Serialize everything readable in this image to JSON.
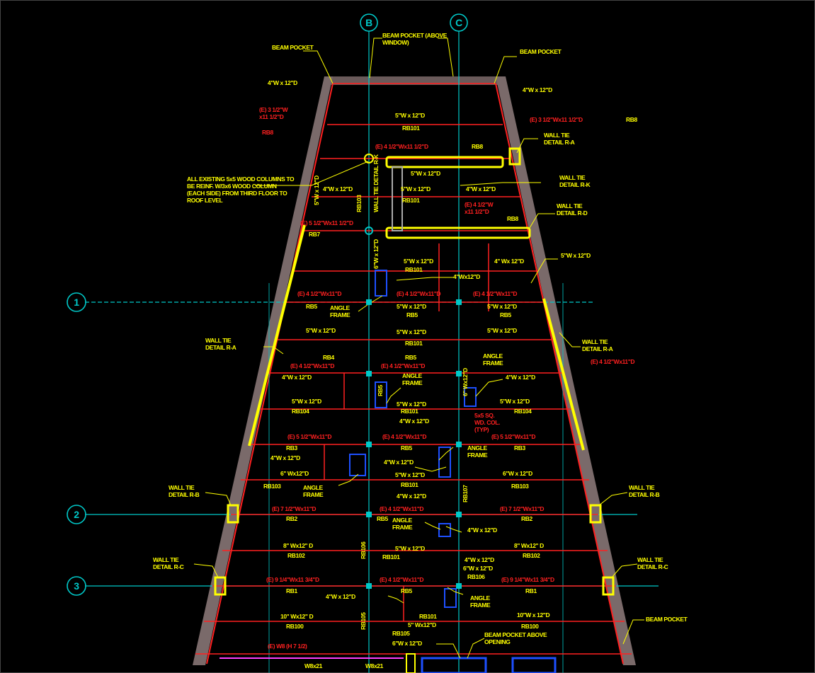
{
  "colors": {
    "background": "#000000",
    "grid": "#00c8c8",
    "beam": "#ff2020",
    "label": "#ffff00",
    "wall": "#9a8a8a",
    "window": "#1e50ff",
    "magenta": "#ff40ff"
  },
  "gridlines": {
    "columns": [
      {
        "id": "col-b",
        "label": "B"
      },
      {
        "id": "col-c",
        "label": "C"
      }
    ],
    "rows": [
      {
        "id": "row-1",
        "label": "1"
      },
      {
        "id": "row-2",
        "label": "2"
      },
      {
        "id": "row-3",
        "label": "3"
      }
    ]
  },
  "labels": [
    {
      "id": "lbl-beam-pocket-left",
      "text": "BEAM POCKET",
      "color": "label"
    },
    {
      "id": "lbl-beam-pocket-right",
      "text": "BEAM POCKET",
      "color": "label"
    },
    {
      "id": "lbl-beam-pocket-window",
      "text": "BEAM POCKET (ABOVE WINDOW)",
      "color": "label"
    },
    {
      "id": "lbl-4x12-top-left",
      "text": "4\"W x 12\"D",
      "color": "label"
    },
    {
      "id": "lbl-4x12-top-right",
      "text": "4\"W x 12\"D",
      "color": "label"
    },
    {
      "id": "lbl-e3-left",
      "text": "(E) 3 1/2\"W x11 1/2\"D",
      "color": "beam"
    },
    {
      "id": "lbl-rb8-left",
      "text": "RB8",
      "color": "beam"
    },
    {
      "id": "lbl-e3-right",
      "text": "(E) 3 1/2\"Wx11 1/2\"D",
      "color": "beam"
    },
    {
      "id": "lbl-rb8-right",
      "text": "RB8",
      "color": "label"
    },
    {
      "id": "lbl-5x12-rb101-top",
      "text": "5\"W x 12\"D",
      "color": "label"
    },
    {
      "id": "lbl-rb101-top",
      "text": "RB101",
      "color": "label"
    },
    {
      "id": "lbl-wall-tie-ra-top",
      "text": "WALL TIE DETAIL R-A",
      "color": "label"
    },
    {
      "id": "lbl-e4-top",
      "text": "(E) 4 1/2\"Wx11 1/2\"D",
      "color": "beam"
    },
    {
      "id": "lbl-rb8-mid",
      "text": "RB8",
      "color": "label"
    },
    {
      "id": "lbl-existing-cols",
      "text": "ALL EXISTING 5x5 WOOD COLUMNS TO BE REINF. W/3x6 WOOD COLUMN (EACH SIDE) FROM THIRD FLOOR TO ROOF LEVEL",
      "color": "label"
    },
    {
      "id": "lbl-5x12-a",
      "text": "5\"W x 12\"D",
      "color": "label"
    },
    {
      "id": "lbl-wall-tie-rk",
      "text": "WALL TIE DETAIL R-K",
      "color": "label"
    },
    {
      "id": "lbl-4x12-l1",
      "text": "4\"W x 12\"D",
      "color": "label"
    },
    {
      "id": "lbl-5x12-b",
      "text": "5\"W x 12\"D",
      "color": "label"
    },
    {
      "id": "lbl-4x12-r1",
      "text": "4\"W x 12\"D",
      "color": "label"
    },
    {
      "id": "lbl-rb101-b",
      "text": "RB101",
      "color": "label"
    },
    {
      "id": "lbl-e4-mid",
      "text": "(E) 4 1/2\"W x11 1/2\"D",
      "color": "beam"
    },
    {
      "id": "lbl-rb8-c",
      "text": "RB8",
      "color": "label"
    },
    {
      "id": "lbl-wall-tie-rd",
      "text": "WALL TIE DETAIL R-D",
      "color": "label"
    },
    {
      "id": "lbl-e5-left",
      "text": "(E) 5 1/2\"Wx11 1/2\"D",
      "color": "beam"
    },
    {
      "id": "lbl-rb7",
      "text": "RB7",
      "color": "label"
    },
    {
      "id": "lbl-5x12-right-top",
      "text": "5\"W x 12\"D",
      "color": "label"
    },
    {
      "id": "lbl-5x12-c",
      "text": "5\"W x 12\"D",
      "color": "label"
    },
    {
      "id": "lbl-4x12-rb-right",
      "text": "4\" Wx 12\"D",
      "color": "label"
    },
    {
      "id": "lbl-rb101-c",
      "text": "RB101",
      "color": "label"
    },
    {
      "id": "lbl-4wx12d-center",
      "text": "4\"Wx12\"D",
      "color": "label"
    },
    {
      "id": "lbl-e4-row1-left",
      "text": "(E) 4 1/2\"Wx11\"D",
      "color": "beam"
    },
    {
      "id": "lbl-e4-row1-mid",
      "text": "(E) 4 1/2\"Wx11\"D",
      "color": "beam"
    },
    {
      "id": "lbl-e4-row1-right",
      "text": "(E) 4 1/2\"Wx11\"D",
      "color": "beam"
    },
    {
      "id": "lbl-rb5-left",
      "text": "RB5",
      "color": "label"
    },
    {
      "id": "lbl-angle-frame-1",
      "text": "ANGLE FRAME",
      "color": "label"
    },
    {
      "id": "lbl-5x12-d",
      "text": "5\"W x 12\"D",
      "color": "label"
    },
    {
      "id": "lbl-rb5-mid",
      "text": "RB5",
      "color": "label"
    },
    {
      "id": "lbl-5x12-e",
      "text": "5\"W x 12\"D",
      "color": "label"
    },
    {
      "id": "lbl-rb5-right",
      "text": "RB5",
      "color": "label"
    },
    {
      "id": "lbl-wall-tie-ra-left",
      "text": "WALL TIE DETAIL R-A",
      "color": "label"
    },
    {
      "id": "lbl-5x12-f",
      "text": "5\"W x 12\"D",
      "color": "label"
    },
    {
      "id": "lbl-5x12-g",
      "text": "5\"W x 12\"D",
      "color": "label"
    },
    {
      "id": "lbl-5x12-h",
      "text": "5\"W x 12\"D",
      "color": "label"
    },
    {
      "id": "lbl-rb101-d",
      "text": "RB101",
      "color": "label"
    },
    {
      "id": "lbl-wall-tie-ra-right",
      "text": "WALL TIE DETAIL R-A",
      "color": "label"
    },
    {
      "id": "lbl-rb4",
      "text": "RB4",
      "color": "label"
    },
    {
      "id": "lbl-rb5-e",
      "text": "RB5",
      "color": "label"
    },
    {
      "id": "lbl-angle-frame-2",
      "text": "ANGLE FRAME",
      "color": "label"
    },
    {
      "id": "lbl-e4-b1",
      "text": "(E) 4 1/2\"Wx11\"D",
      "color": "beam"
    },
    {
      "id": "lbl-e4-b2",
      "text": "(E) 4 1/2\"Wx11\"D",
      "color": "beam"
    },
    {
      "id": "lbl-e4-b3",
      "text": "(E) 4 1/2\"Wx11\"D",
      "color": "beam"
    },
    {
      "id": "lbl-4x12-i",
      "text": "4\"W x 12\"D",
      "color": "label"
    },
    {
      "id": "lbl-angle-frame-3",
      "text": "ANGLE FRAME",
      "color": "label"
    },
    {
      "id": "lbl-4x12-j",
      "text": "4\"W x 12\"D",
      "color": "label"
    },
    {
      "id": "lbl-5x12-k",
      "text": "5\"W x 12\"D",
      "color": "label"
    },
    {
      "id": "lbl-rb104-left",
      "text": "RB104",
      "color": "label"
    },
    {
      "id": "lbl-5x12-l",
      "text": "5\"W x 12\"D",
      "color": "label"
    },
    {
      "id": "lbl-rb101-e",
      "text": "RB101",
      "color": "label"
    },
    {
      "id": "lbl-4x12-m",
      "text": "4\"W x 12\"D",
      "color": "label"
    },
    {
      "id": "lbl-5x12-n",
      "text": "5\"W x 12\"D",
      "color": "label"
    },
    {
      "id": "lbl-rb104-right",
      "text": "RB104",
      "color": "label"
    },
    {
      "id": "lbl-5x5-col",
      "text": "5x5 SQ. WD. COL. (TYP)",
      "color": "beam"
    },
    {
      "id": "lbl-e5-row",
      "text": "(E) 5 1/2\"Wx11\"D",
      "color": "beam"
    },
    {
      "id": "lbl-e4-row",
      "text": "(E) 4 1/2\"Wx11\"D",
      "color": "beam"
    },
    {
      "id": "lbl-e5-row-r",
      "text": "(E) 5 1/2\"Wx11\"D",
      "color": "beam"
    },
    {
      "id": "lbl-rb3-left",
      "text": "RB3",
      "color": "label"
    },
    {
      "id": "lbl-rb5-f",
      "text": "RB5",
      "color": "label"
    },
    {
      "id": "lbl-angle-frame-4",
      "text": "ANGLE FRAME",
      "color": "label"
    },
    {
      "id": "lbl-rb3-right",
      "text": "RB3",
      "color": "label"
    },
    {
      "id": "lbl-4x12-o",
      "text": "4\"W x 12\"D",
      "color": "label"
    },
    {
      "id": "lbl-4x12-p",
      "text": "4\"W x 12\"D",
      "color": "label"
    },
    {
      "id": "lbl-6x12-a",
      "text": "6\" Wx12\"D",
      "color": "label"
    },
    {
      "id": "lbl-5x12-q",
      "text": "5\"W x 12\"D",
      "color": "label"
    },
    {
      "id": "lbl-6x12-b",
      "text": "6\"W x 12\"D",
      "color": "label"
    },
    {
      "id": "lbl-rb103-left",
      "text": "RB103",
      "color": "label"
    },
    {
      "id": "lbl-angle-frame-5",
      "text": "ANGLE FRAME",
      "color": "label"
    },
    {
      "id": "lbl-rb101-f",
      "text": "RB101",
      "color": "label"
    },
    {
      "id": "lbl-rb103-right",
      "text": "RB103",
      "color": "label"
    },
    {
      "id": "lbl-4x12-r",
      "text": "4\"W x 12\"D",
      "color": "label"
    },
    {
      "id": "lbl-wall-tie-rb-left",
      "text": "WALL TIE DETAIL R-B",
      "color": "label"
    },
    {
      "id": "lbl-wall-tie-rb-right",
      "text": "WALL TIE DETAIL R-B",
      "color": "label"
    },
    {
      "id": "lbl-e7-left",
      "text": "(E) 7 1/2\"Wx11\"D",
      "color": "beam"
    },
    {
      "id": "lbl-e4-row2",
      "text": "(E) 4 1/2\"Wx11\"D",
      "color": "beam"
    },
    {
      "id": "lbl-e7-right",
      "text": "(E) 7 1/2\"Wx11\"D",
      "color": "beam"
    },
    {
      "id": "lbl-rb2-left",
      "text": "RB2",
      "color": "label"
    },
    {
      "id": "lbl-rb5-g",
      "text": "RB5",
      "color": "label"
    },
    {
      "id": "lbl-angle-frame-6",
      "text": "ANGLE FRAME",
      "color": "label"
    },
    {
      "id": "lbl-rb2-right",
      "text": "RB2",
      "color": "label"
    },
    {
      "id": "lbl-4x12-s",
      "text": "4\"W x 12\"D",
      "color": "label"
    },
    {
      "id": "lbl-8x12-a",
      "text": "8\" Wx12\" D",
      "color": "label"
    },
    {
      "id": "lbl-5x12-t",
      "text": "5\"W x 12\"D",
      "color": "label"
    },
    {
      "id": "lbl-8x12-b",
      "text": "8\" Wx12\" D",
      "color": "label"
    },
    {
      "id": "lbl-rb102-left",
      "text": "RB102",
      "color": "label"
    },
    {
      "id": "lbl-rb101-g",
      "text": "RB101",
      "color": "label"
    },
    {
      "id": "lbl-4x12-u",
      "text": "4\"W x 12\"D",
      "color": "label"
    },
    {
      "id": "lbl-rb102-right",
      "text": "RB102",
      "color": "label"
    },
    {
      "id": "lbl-6x12-c",
      "text": "6\"W x 12\"D",
      "color": "label"
    },
    {
      "id": "lbl-rb106",
      "text": "RB106",
      "color": "label"
    },
    {
      "id": "lbl-wall-tie-rc-left",
      "text": "WALL TIE DETAIL R-C",
      "color": "label"
    },
    {
      "id": "lbl-wall-tie-rc-right",
      "text": "WALL TIE DETAIL R-C",
      "color": "label"
    },
    {
      "id": "lbl-e9-left",
      "text": "(E) 9 1/4\"Wx11 3/4\"D",
      "color": "beam"
    },
    {
      "id": "lbl-e4-row3",
      "text": "(E) 4 1/2\"Wx11\"D",
      "color": "beam"
    },
    {
      "id": "lbl-e9-right",
      "text": "(E) 9 1/4\"Wx11 3/4\"D",
      "color": "beam"
    },
    {
      "id": "lbl-rb1-left",
      "text": "RB1",
      "color": "label"
    },
    {
      "id": "lbl-rb5-h",
      "text": "RB5",
      "color": "label"
    },
    {
      "id": "lbl-rb1-right",
      "text": "RB1",
      "color": "label"
    },
    {
      "id": "lbl-4x12-v",
      "text": "4\"W x 12\"D",
      "color": "label"
    },
    {
      "id": "lbl-angle-frame-7",
      "text": "ANGLE FRAME",
      "color": "label"
    },
    {
      "id": "lbl-10x12-a",
      "text": "10\" Wx12\" D",
      "color": "label"
    },
    {
      "id": "lbl-rb101-h",
      "text": "RB101",
      "color": "label"
    },
    {
      "id": "lbl-10x12-b",
      "text": "10\"W x 12\"D",
      "color": "label"
    },
    {
      "id": "lbl-rb100-left",
      "text": "RB100",
      "color": "label"
    },
    {
      "id": "lbl-5x12-w",
      "text": "5\" Wx12\"D",
      "color": "label"
    },
    {
      "id": "lbl-rb100-right",
      "text": "RB100",
      "color": "label"
    },
    {
      "id": "lbl-beam-pocket-bottom",
      "text": "BEAM POCKET",
      "color": "label"
    },
    {
      "id": "lbl-rb105",
      "text": "RB105",
      "color": "label"
    },
    {
      "id": "lbl-6x12-d",
      "text": "6\"W x 12\"D",
      "color": "label"
    },
    {
      "id": "lbl-beam-pocket-opening",
      "text": "BEAM POCKET ABOVE OPENING",
      "color": "label"
    },
    {
      "id": "lbl-e-w8",
      "text": "(E) W8 (H 7 1/2)",
      "color": "beam"
    },
    {
      "id": "lbl-w8x21-a",
      "text": "W8x21",
      "color": "label"
    },
    {
      "id": "lbl-w8x21-b",
      "text": "W8x21",
      "color": "label"
    },
    {
      "id": "lbl-vert-1",
      "text": "5\"W x 12\"D",
      "color": "label"
    },
    {
      "id": "lbl-vert-2",
      "text": "RB103",
      "color": "label"
    },
    {
      "id": "lbl-vert-3",
      "text": "WALL TIE DETAIL R-K",
      "color": "label"
    },
    {
      "id": "lbl-vert-4",
      "text": "6\"W x 12\"D",
      "color": "label"
    },
    {
      "id": "lbl-vert-5",
      "text": "RB5",
      "color": "label"
    },
    {
      "id": "lbl-vert-6",
      "text": "6\" Wx12\"D",
      "color": "label"
    },
    {
      "id": "lbl-vert-7",
      "text": "RB107",
      "color": "label"
    },
    {
      "id": "lbl-vert-8",
      "text": "RB106",
      "color": "label"
    },
    {
      "id": "lbl-vert-9",
      "text": "RB105",
      "color": "label"
    }
  ]
}
